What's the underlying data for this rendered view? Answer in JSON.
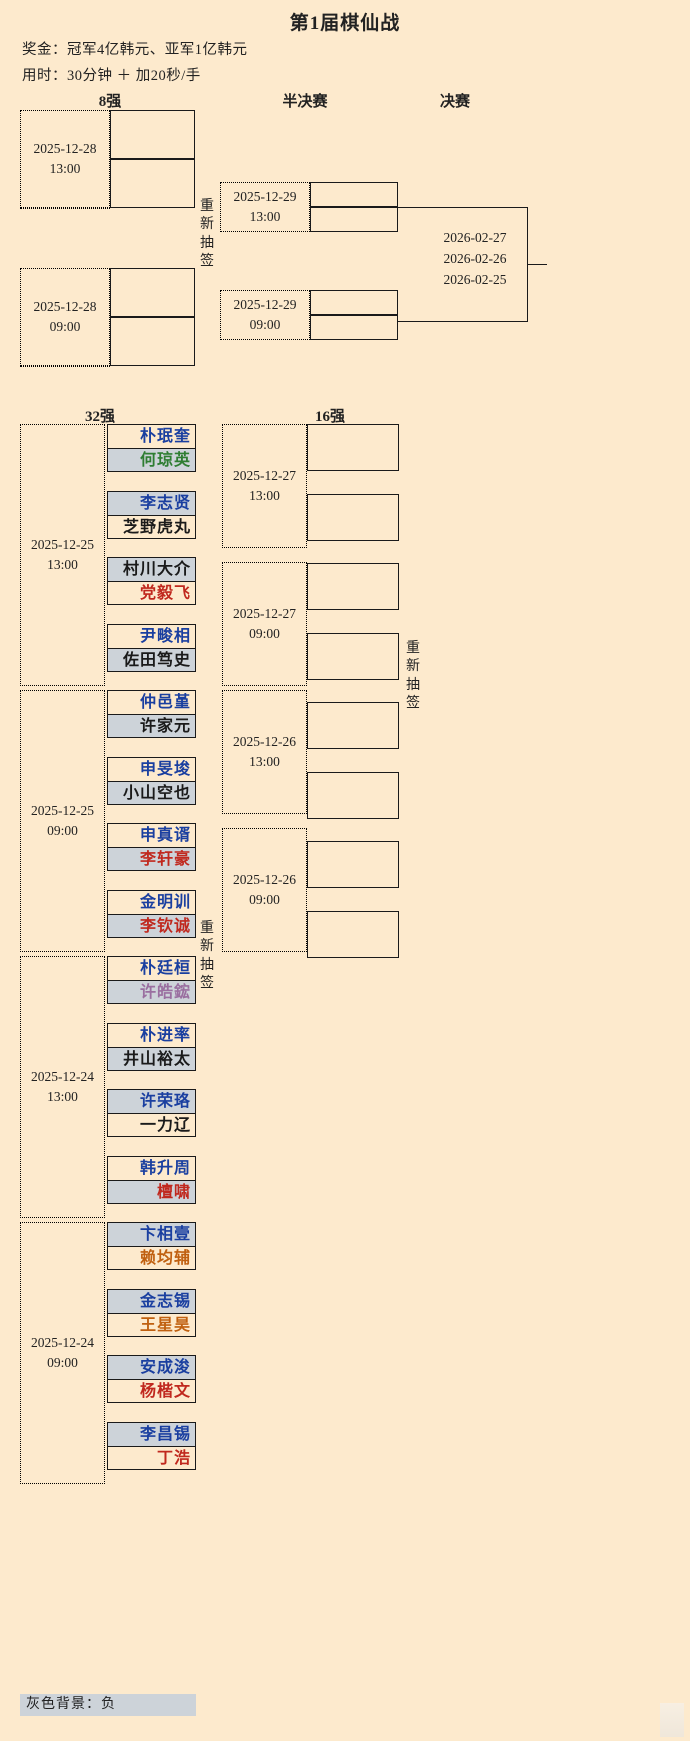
{
  "title": "第1届棋仙战",
  "info": {
    "prize": "奖金：冠军4亿韩元、亚军1亿韩元",
    "time_control": "用时：30分钟 ＋ 加20秒/手"
  },
  "round_labels": {
    "quarterfinal": "8强",
    "semifinal": "半决赛",
    "final": "决赛",
    "round32": "32强",
    "round16": "16强"
  },
  "redraw_label": "重新抽签",
  "legend": "灰色背景：负",
  "colors": {
    "background": "#fdeacd",
    "loss_background": "#cdd3d9",
    "line": "#1a1a1a",
    "korea": "#1a3fa0",
    "china_red": "#c0281e",
    "japan_black": "#1a1a1a",
    "chinese_taipei": "#9a6fa0",
    "green": "#2e7d32",
    "orange": "#c06010"
  },
  "schedule": {
    "quarterfinal": [
      {
        "date": "2025-12-28",
        "time": "13:00"
      },
      {
        "date": "2025-12-28",
        "time": "09:00"
      }
    ],
    "semifinal": [
      {
        "date": "2025-12-29",
        "time": "13:00"
      },
      {
        "date": "2025-12-29",
        "time": "09:00"
      }
    ],
    "final": [
      "2026-02-27",
      "2026-02-26",
      "2026-02-25"
    ],
    "round16": [
      {
        "date": "2025-12-27",
        "time": "13:00"
      },
      {
        "date": "2025-12-27",
        "time": "09:00"
      },
      {
        "date": "2025-12-26",
        "time": "13:00"
      },
      {
        "date": "2025-12-26",
        "time": "09:00"
      }
    ],
    "round32": [
      {
        "date": "2025-12-25",
        "time": "13:00"
      },
      {
        "date": "2025-12-25",
        "time": "09:00"
      },
      {
        "date": "2025-12-24",
        "time": "13:00"
      },
      {
        "date": "2025-12-24",
        "time": "09:00"
      }
    ]
  },
  "round32_matches": [
    {
      "top": {
        "name": "朴珉奎",
        "color": "#1a3fa0",
        "loss": false
      },
      "bottom": {
        "name": "何琼英",
        "color": "#2e7d32",
        "loss": true
      }
    },
    {
      "top": {
        "name": "李志贤",
        "color": "#1a3fa0",
        "loss": true
      },
      "bottom": {
        "name": "芝野虎丸",
        "color": "#1a1a1a",
        "loss": false
      }
    },
    {
      "top": {
        "name": "村川大介",
        "color": "#1a1a1a",
        "loss": true
      },
      "bottom": {
        "name": "党毅飞",
        "color": "#c0281e",
        "loss": false
      }
    },
    {
      "top": {
        "name": "尹畯相",
        "color": "#1a3fa0",
        "loss": false
      },
      "bottom": {
        "name": "佐田笃史",
        "color": "#1a1a1a",
        "loss": true
      }
    },
    {
      "top": {
        "name": "仲邑堇",
        "color": "#1a3fa0",
        "loss": false
      },
      "bottom": {
        "name": "许家元",
        "color": "#1a1a1a",
        "loss": true
      }
    },
    {
      "top": {
        "name": "申旻埈",
        "color": "#1a3fa0",
        "loss": false
      },
      "bottom": {
        "name": "小山空也",
        "color": "#1a1a1a",
        "loss": true
      }
    },
    {
      "top": {
        "name": "申真谞",
        "color": "#1a3fa0",
        "loss": false
      },
      "bottom": {
        "name": "李轩豪",
        "color": "#c0281e",
        "loss": true
      }
    },
    {
      "top": {
        "name": "金明训",
        "color": "#1a3fa0",
        "loss": false
      },
      "bottom": {
        "name": "李钦诚",
        "color": "#c0281e",
        "loss": true
      }
    },
    {
      "top": {
        "name": "朴廷桓",
        "color": "#1a3fa0",
        "loss": false
      },
      "bottom": {
        "name": "许皓鋐",
        "color": "#9a6fa0",
        "loss": true
      }
    },
    {
      "top": {
        "name": "朴进率",
        "color": "#1a3fa0",
        "loss": false
      },
      "bottom": {
        "name": "井山裕太",
        "color": "#1a1a1a",
        "loss": true
      }
    },
    {
      "top": {
        "name": "许荣珞",
        "color": "#1a3fa0",
        "loss": true
      },
      "bottom": {
        "name": "一力辽",
        "color": "#1a1a1a",
        "loss": false
      }
    },
    {
      "top": {
        "name": "韩升周",
        "color": "#1a3fa0",
        "loss": false
      },
      "bottom": {
        "name": "檀啸",
        "color": "#c0281e",
        "loss": true
      }
    },
    {
      "top": {
        "name": "卞相壹",
        "color": "#1a3fa0",
        "loss": true
      },
      "bottom": {
        "name": "赖均辅",
        "color": "#c06010",
        "loss": false
      }
    },
    {
      "top": {
        "name": "金志锡",
        "color": "#1a3fa0",
        "loss": true
      },
      "bottom": {
        "name": "王星昊",
        "color": "#c06010",
        "loss": false
      }
    },
    {
      "top": {
        "name": "安成浚",
        "color": "#1a3fa0",
        "loss": true
      },
      "bottom": {
        "name": "杨楷文",
        "color": "#c0281e",
        "loss": false
      }
    },
    {
      "top": {
        "name": "李昌锡",
        "color": "#1a3fa0",
        "loss": true
      },
      "bottom": {
        "name": "丁浩",
        "color": "#c0281e",
        "loss": false
      }
    }
  ]
}
